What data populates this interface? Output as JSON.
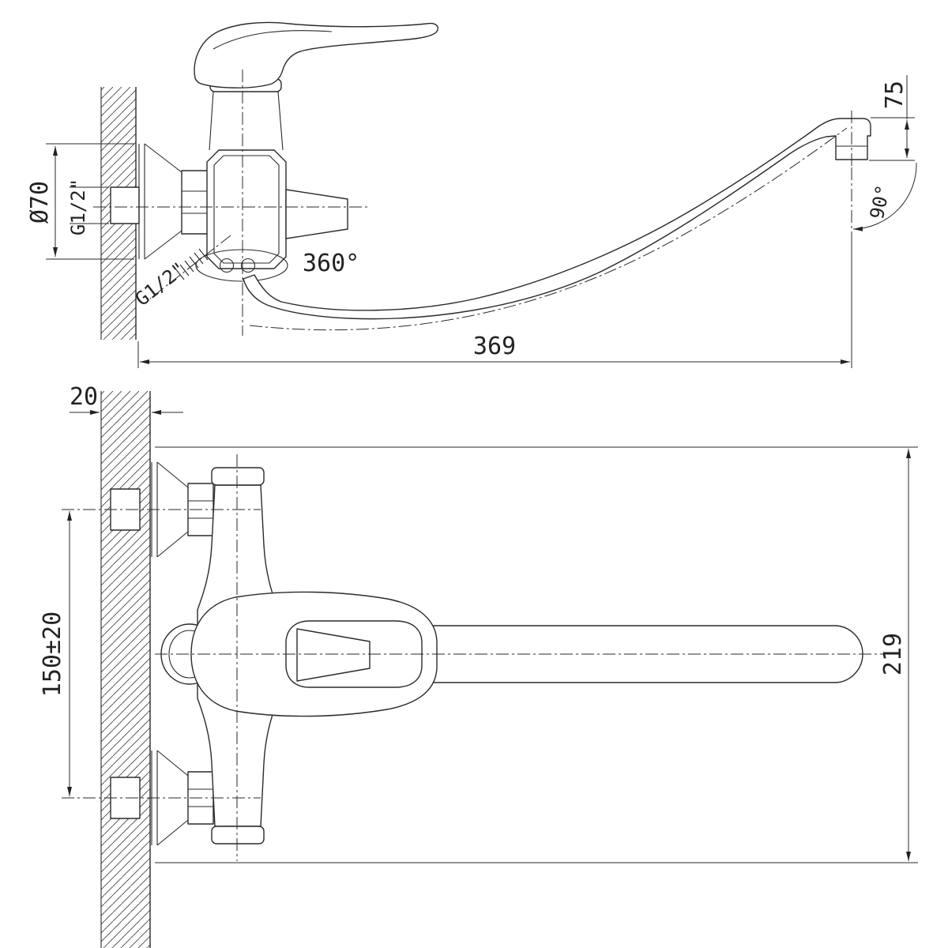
{
  "meta": {
    "subject": "Wall-mounted single-lever mixer tap with long swivel spout - dimensional technical drawing"
  },
  "colors": {
    "line": "#2a2a2a",
    "background": "#ffffff"
  },
  "views": {
    "side": {
      "name": "side view",
      "dimensions": {
        "flange_diameter": "Ø70",
        "inlet_thread": "G1/2\"",
        "shower_thread": "G1/2\"",
        "spout_swivel": "360°",
        "spout_reach": "369",
        "spout_drop": "75",
        "outlet_angle": "90°"
      }
    },
    "front": {
      "name": "front view",
      "dimensions": {
        "wall_thickness": "20",
        "inlet_spacing": "150±20",
        "overall_height": "219"
      }
    }
  }
}
